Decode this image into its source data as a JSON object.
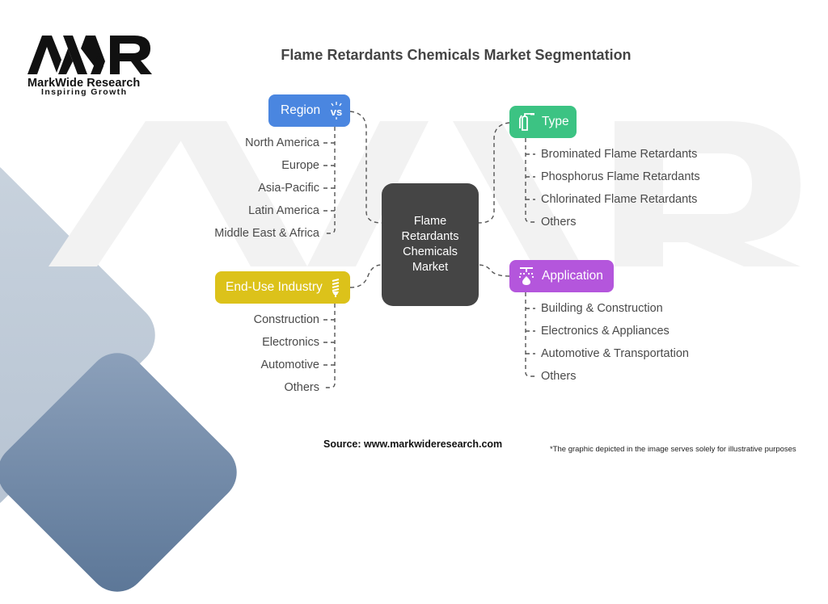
{
  "logo": {
    "mark": "MWR",
    "name": "MarkWide Research",
    "tagline": "Inspiring Growth"
  },
  "title": "Flame Retardants Chemicals Market Segmentation",
  "center": {
    "lines": [
      "Flame",
      "Retardants",
      "Chemicals",
      "Market"
    ]
  },
  "categories": {
    "region": {
      "label": "Region",
      "icon": "vs-icon",
      "color": "#4a86e0",
      "items": [
        "North America",
        "Europe",
        "Asia-Pacific",
        "Latin America",
        "Middle East & Africa"
      ]
    },
    "type": {
      "label": "Type",
      "icon": "fire-extinguisher-icon",
      "color": "#3cc383",
      "items": [
        "Brominated Flame Retardants",
        "Phosphorus Flame Retardants",
        "Chlorinated Flame Retardants",
        "Others"
      ]
    },
    "end_use": {
      "label": "End-Use Industry",
      "icon": "light-bulb-icon",
      "color": "#dcc21a",
      "items": [
        "Construction",
        "Electronics",
        "Automotive",
        "Others"
      ]
    },
    "application": {
      "label": "Application",
      "icon": "sprinkler-icon",
      "color": "#b456dc",
      "items": [
        "Building & Construction",
        "Electronics & Appliances",
        "Automotive & Transportation",
        "Others"
      ]
    }
  },
  "footer": {
    "source": "Source: www.markwideresearch.com",
    "note": "*The graphic depicted in the image serves solely for illustrative purposes"
  }
}
